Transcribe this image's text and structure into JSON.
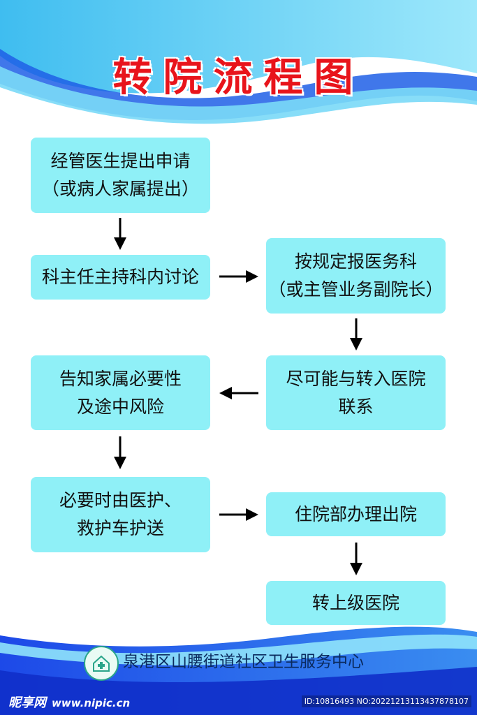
{
  "title": "转院流程图",
  "steps": {
    "s1": {
      "line1": "经管医生提出申请",
      "line2": "（或病人家属提出）"
    },
    "s2": {
      "line1": "科主任主持科内讨论"
    },
    "s3": {
      "line1": "按规定报医务科",
      "line2": "（或主管业务副院长）"
    },
    "s4": {
      "line1": "尽可能与转入医院",
      "line2": "联系"
    },
    "s5": {
      "line1": "告知家属必要性",
      "line2": "及途中风险"
    },
    "s6": {
      "line1": "必要时由医护、",
      "line2": "救护车护送"
    },
    "s7": {
      "line1": "住院部办理出院"
    },
    "s8": {
      "line1": "转上级医院"
    }
  },
  "footer": {
    "org_name": "泉港区山腰街道社区卫生服务中心"
  },
  "watermark": {
    "brand": "昵享网",
    "site": "www.nipic.cn",
    "id_text": "ID:10816493 NO:20221213113437878107"
  },
  "colors": {
    "title": "#e8141b",
    "box": "#8ff0f7",
    "wave_dark": "#1b2fe0",
    "wave_light": "#39b8f2"
  }
}
